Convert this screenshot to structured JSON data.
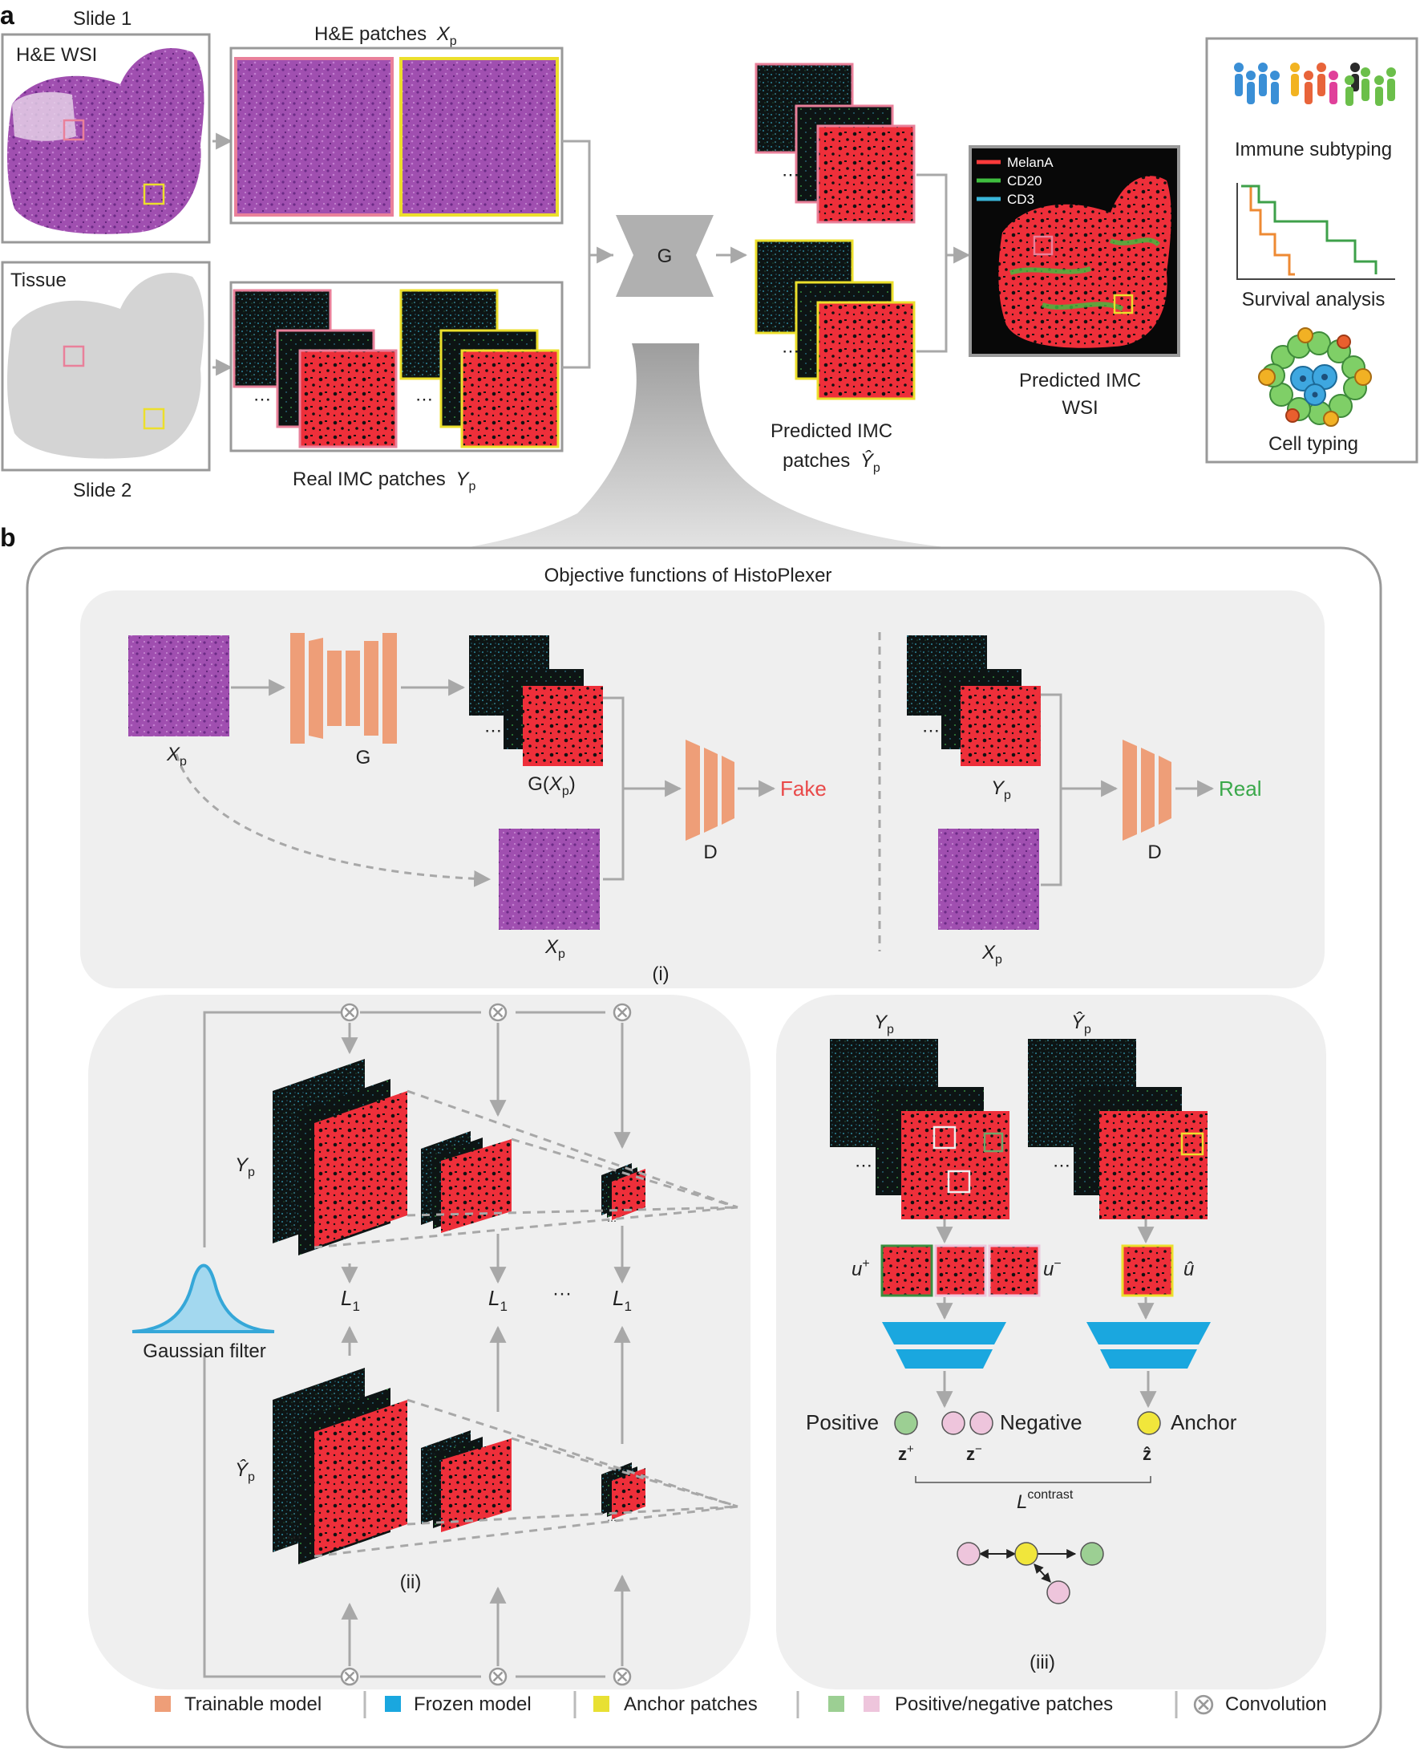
{
  "panel_a": {
    "letter": "a",
    "slide1_label": "Slide 1",
    "slide1_tag": "H&E WSI",
    "slide2_tag": "Tissue",
    "slide2_label": "Slide 2",
    "he_patches_title": "H&E patches",
    "he_patches_var": "X",
    "he_patches_sub": "p",
    "real_imc_title": "Real IMC patches",
    "real_imc_var": "Y",
    "real_imc_sub": "p",
    "generator_label": "G",
    "pred_patches_line1": "Predicted IMC",
    "pred_patches_line2": "patches",
    "pred_patches_var": "Ŷ",
    "pred_patches_sub": "p",
    "pred_wsi_line1": "Predicted IMC",
    "pred_wsi_line2": "WSI",
    "legend": [
      {
        "label": "MelanA",
        "color": "#ff3b3b"
      },
      {
        "label": "CD20",
        "color": "#3fbf3f"
      },
      {
        "label": "CD3",
        "color": "#3ab6d9"
      }
    ],
    "applications": [
      "Immune subtyping",
      "Survival analysis",
      "Cell typing"
    ],
    "ellipsis": "⋯"
  },
  "panel_b": {
    "letter": "b",
    "title": "Objective functions of HistoPlexer",
    "sub_i": {
      "x_var": "X",
      "x_sub": "p",
      "g_label": "G",
      "gx_pre": "G(",
      "gx_var": "X",
      "gx_sub": "p",
      "gx_post": ")",
      "d_label": "D",
      "fake": "Fake",
      "y_var": "Y",
      "y_sub": "p",
      "real": "Real",
      "tag": "(i)"
    },
    "sub_ii": {
      "y_var": "Y",
      "y_sub": "p",
      "yhat_var": "Ŷ",
      "yhat_sub": "p",
      "l1": "L",
      "l1_sub": "1",
      "dots": "···",
      "gaussian": "Gaussian filter",
      "tag": "(ii)"
    },
    "sub_iii": {
      "y_var": "Y",
      "y_sub": "p",
      "yhat_var": "Ŷ",
      "yhat_sub": "p",
      "u_plus": "u",
      "u_plus_sup": "+",
      "u_minus": "u",
      "u_minus_sup": "−",
      "u_hat": "û",
      "positive": "Positive",
      "negative": "Negative",
      "anchor": "Anchor",
      "z_plus": "z",
      "z_plus_sup": "+",
      "z_minus": "z",
      "z_minus_sup": "−",
      "z_hat": "ẑ",
      "l_contrast": "L",
      "l_contrast_sup": "contrast",
      "tag": "(iii)"
    },
    "legend": [
      {
        "label": "Trainable model",
        "color": "#ee9e78"
      },
      {
        "label": "Frozen model",
        "color": "#1aa7df"
      },
      {
        "label": "Anchor patches",
        "color": "#e8e033"
      },
      {
        "label": "Positive/negative patches",
        "color_a": "#9ccf93",
        "color_b": "#eec5dc"
      },
      {
        "label": "Convolution",
        "icon": "convolution-icon"
      }
    ]
  },
  "colors": {
    "he": "#a052b0",
    "imc_red": "#ee2f3a",
    "imc_dark": "#101414",
    "imc_cyan": "#35a7c4",
    "pink_frame": "#e9809a",
    "yellow_frame": "#ecdf2c",
    "green_frame": "#3b8f3f",
    "trainable": "#ee9e78",
    "frozen": "#1aa7df",
    "positive": "#9ccf93",
    "negative": "#eec5dc",
    "anchor": "#f1e63b",
    "arrow": "#a8a8a8"
  }
}
